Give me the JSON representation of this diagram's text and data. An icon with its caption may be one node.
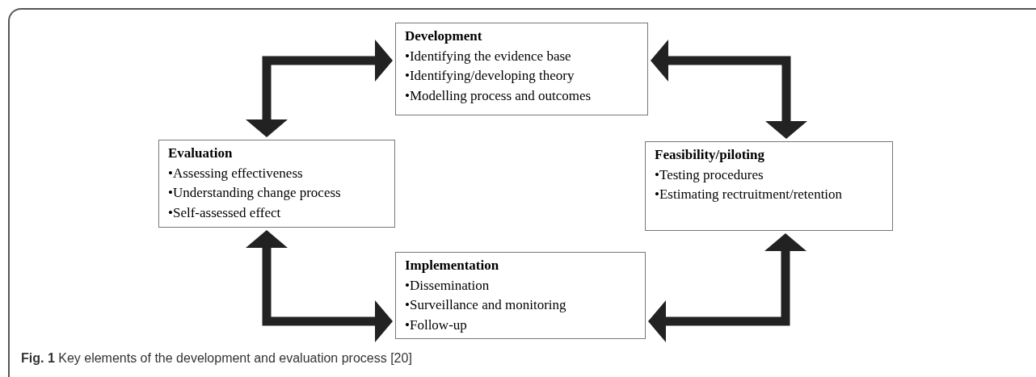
{
  "diagram": {
    "caption": "**Fig. 1** Key elements of the development and evaluation process [20]",
    "nodes": [
      {
        "text": [
          "Development",
          "•Identifying the evidence base",
          "•Identifying/developing theory",
          "•Modelling process and outcomes"
        ]
      },
      {
        "text": [
          "Evaluation",
          "•Assessing effectiveness",
          "•Understanding change process",
          "•Self-assessed effect"
        ]
      },
      {
        "text": [
          "Feasibility/piloting",
          "•Testing procedures",
          "•Estimating rectruitment/retention"
        ]
      },
      {
        "text": [
          "Implementation",
          "•Dissemination",
          "•Surveillance and monitoring",
          "•Follow-up"
        ]
      }
    ],
    "edges": [
      {
        "from": 1,
        "to": 0,
        "arrow": "both"
      },
      {
        "from": 0,
        "to": 2,
        "arrow": "both"
      },
      {
        "from": 2,
        "to": 3,
        "arrow": "both"
      },
      {
        "from": 1,
        "to": 3,
        "arrow": "both"
      }
    ]
  }
}
